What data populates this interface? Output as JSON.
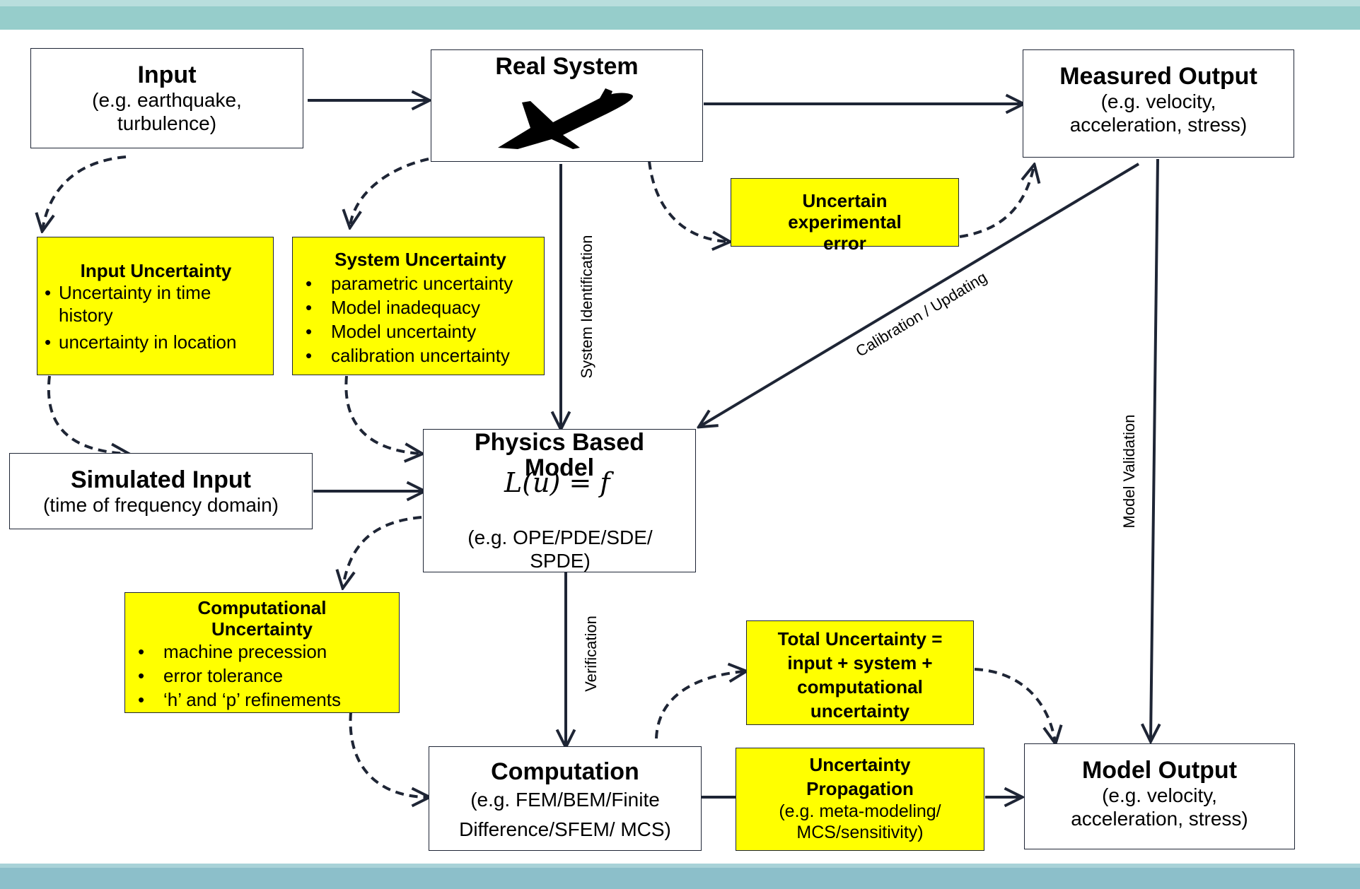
{
  "input": {
    "title": "Input",
    "subtitle": "(e.g. earthquake, turbulence)"
  },
  "real_system": {
    "title": "Real System",
    "icon": "airplane-icon"
  },
  "measured_output": {
    "title": "Measured Output",
    "subtitle": "(e.g. velocity, acceleration, stress)"
  },
  "uncertain_experimental_error": {
    "title": "Uncertain experimental error"
  },
  "input_uncertainty": {
    "title": "Input Uncertainty",
    "items": [
      "Uncertainty in time history",
      "uncertainty in location"
    ]
  },
  "system_uncertainty": {
    "title": "System Uncertainty",
    "items": [
      "parametric uncertainty",
      "Model inadequacy",
      "Model uncertainty",
      "calibration uncertainty"
    ]
  },
  "simulated_input": {
    "title": "Simulated Input",
    "subtitle": "(time of frequency domain)"
  },
  "physics_model": {
    "title": "Physics Based Model",
    "equation": "L(u) = f",
    "subtitle": "(e.g. OPE/PDE/SDE/ SPDE)"
  },
  "computational_uncertainty": {
    "title": "Computational Uncertainty",
    "items": [
      "machine precession",
      "error tolerance",
      "‘h’ and ‘p’ refinements"
    ]
  },
  "total_uncertainty": {
    "title": "Total Uncertainty = input + system + computational uncertainty"
  },
  "computation": {
    "title": "Computation",
    "subtitle": "(e.g. FEM/BEM/Finite Difference/SFEM/ MCS)"
  },
  "uncertainty_propagation": {
    "title": "Uncertainty Propagation",
    "subtitle": "(e.g. meta-modeling/ MCS/sensitivity)"
  },
  "model_output": {
    "title": "Model Output",
    "subtitle": "(e.g. velocity, acceleration, stress)"
  },
  "edge_labels": {
    "system_identification": "System Identification",
    "calibration_updating": "Calibration / Updating",
    "model_validation": "Model Validation",
    "verification": "Verification"
  },
  "colors": {
    "highlight": "#ffff00",
    "line": "#1e2535",
    "band_top": "#96cdcb",
    "band_bottom": "#8cbfca"
  }
}
